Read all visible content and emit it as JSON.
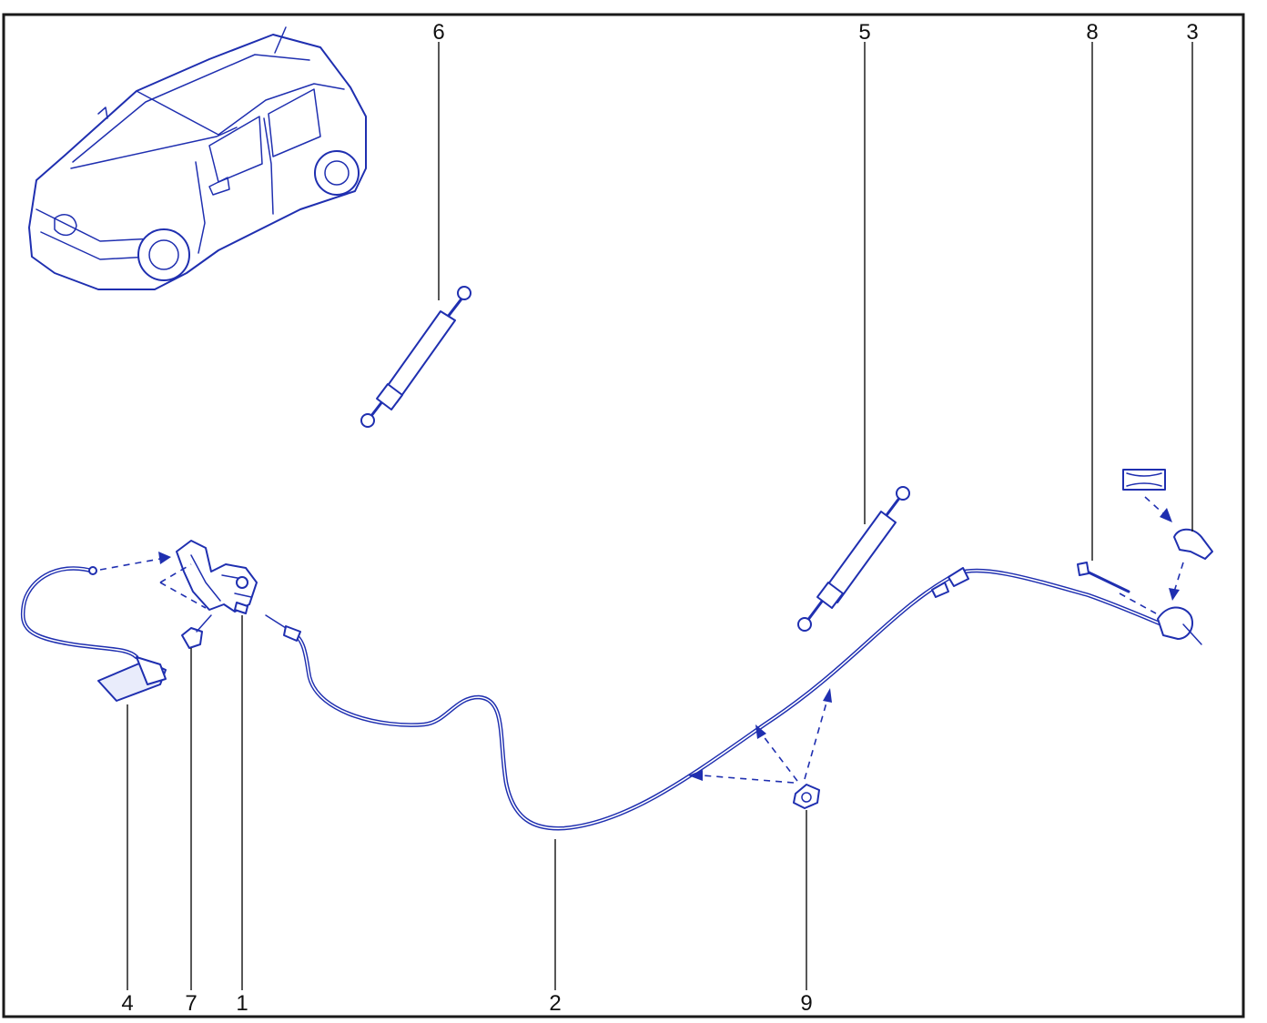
{
  "diagram": {
    "callouts": {
      "c1": "1",
      "c2": "2",
      "c3": "3",
      "c4": "4",
      "c5": "5",
      "c6": "6",
      "c7": "7",
      "c8": "8",
      "c9": "9"
    }
  },
  "colors": {
    "line": "#1f2fb0",
    "frame": "#1a1a1a",
    "background": "#ffffff"
  }
}
